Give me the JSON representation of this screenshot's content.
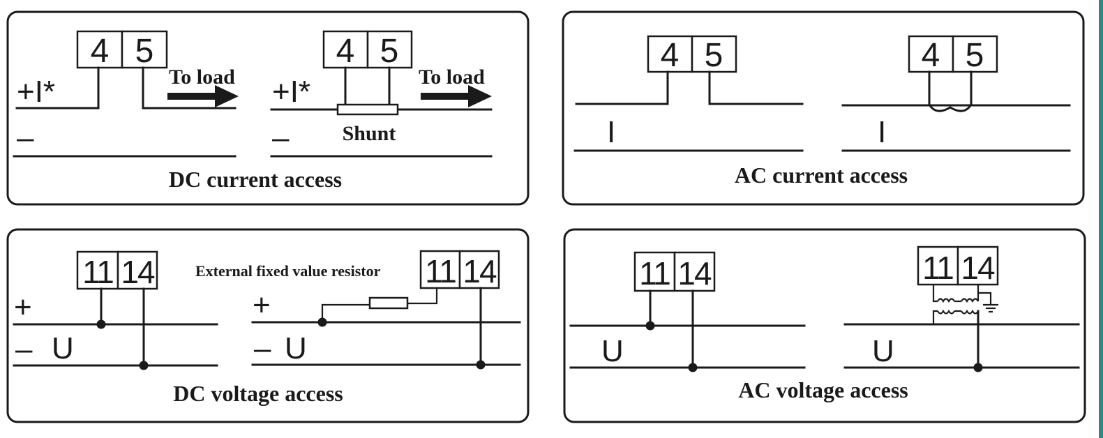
{
  "panels": {
    "dc_current": {
      "caption": "DC current access",
      "terminals": [
        "4",
        "5"
      ],
      "plus_label": "+I*",
      "minus_label": "–",
      "to_load": "To load",
      "shunt": "Shunt"
    },
    "ac_current": {
      "caption": "AC current access",
      "terminals": [
        "4",
        "5"
      ],
      "current_label": "I"
    },
    "dc_voltage": {
      "caption": "DC voltage access",
      "terminals": [
        "11",
        "14"
      ],
      "plus_label": "+",
      "minus_label": "–",
      "voltage_label": "U",
      "resistor_label": "External fixed value resistor"
    },
    "ac_voltage": {
      "caption": "AC voltage access",
      "terminals": [
        "11",
        "14"
      ],
      "voltage_label": "U"
    }
  },
  "colors": {
    "ink": "#1a1a1a",
    "edge_accent": "#1f8f88"
  }
}
